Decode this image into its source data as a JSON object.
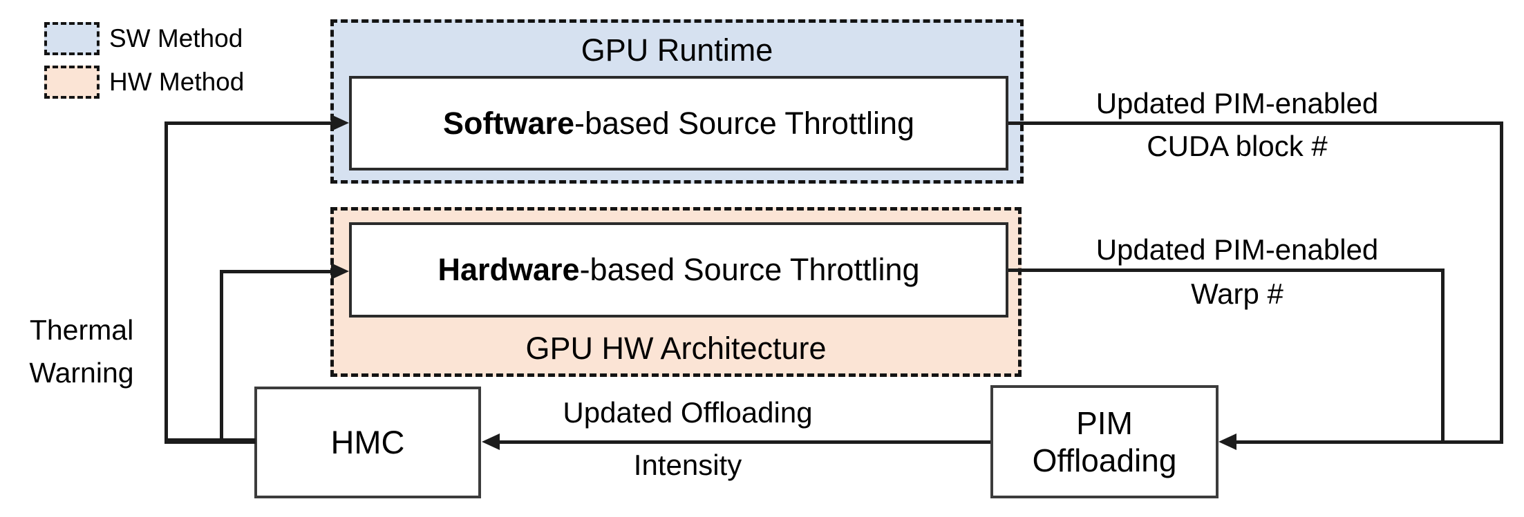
{
  "colors": {
    "sw_fill": "#d6e1f0",
    "hw_fill": "#fbe4d5",
    "line": "#1c1c1c"
  },
  "legend": {
    "sw": "SW Method",
    "hw": "HW Method"
  },
  "gpu_runtime_region": {
    "title": "GPU Runtime"
  },
  "software_box": {
    "bold": "Software",
    "rest": "-based Source Throttling"
  },
  "gpu_hw_region": {
    "title": "GPU HW Architecture"
  },
  "hardware_box": {
    "bold": "Hardware",
    "rest": "-based Source Throttling"
  },
  "hmc_box": {
    "label": "HMC"
  },
  "pim_box": {
    "line1": "PIM",
    "line2": "Offloading"
  },
  "labels": {
    "thermal": {
      "line1": "Thermal",
      "line2": "Warning"
    },
    "sw_out": {
      "line1": "Updated PIM-enabled",
      "line2": "CUDA block #"
    },
    "hw_out": {
      "line1": "Updated PIM-enabled",
      "line2": "Warp #"
    },
    "offload": {
      "line1": "Updated Offloading",
      "line2": "Intensity"
    }
  }
}
